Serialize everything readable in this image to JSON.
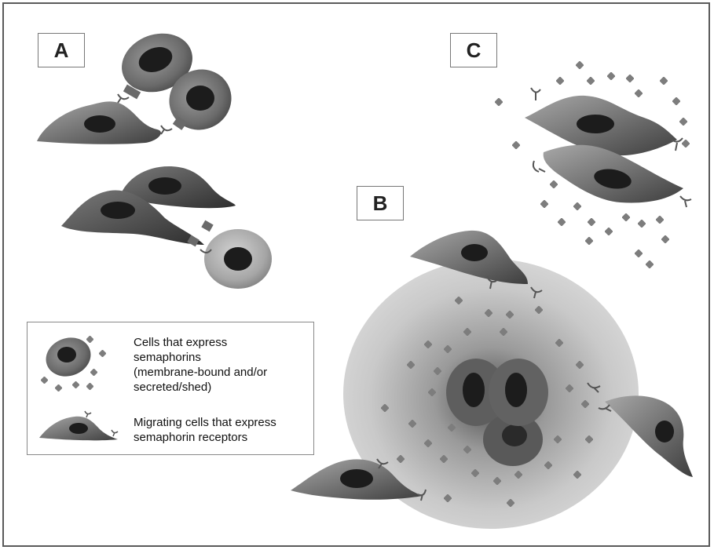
{
  "panels": {
    "a": "A",
    "b": "B",
    "c": "C"
  },
  "legend": {
    "line1": "Cells that express",
    "line2": "semaphorins",
    "line3": "(membrane-bound and/or",
    "line4": "secreted/shed)",
    "line5": "Migrating cells that express",
    "line6": "semaphorin receptors"
  },
  "colors": {
    "border": "#5a5a5a",
    "cell_dark": "#3a3a3a",
    "cell_mid": "#7a7a7a",
    "cell_light": "#bdbdbd",
    "nucleus": "#1c1c1c",
    "semaphorin_dot": "#808080",
    "gradient_halo": "#cfcfcf"
  }
}
